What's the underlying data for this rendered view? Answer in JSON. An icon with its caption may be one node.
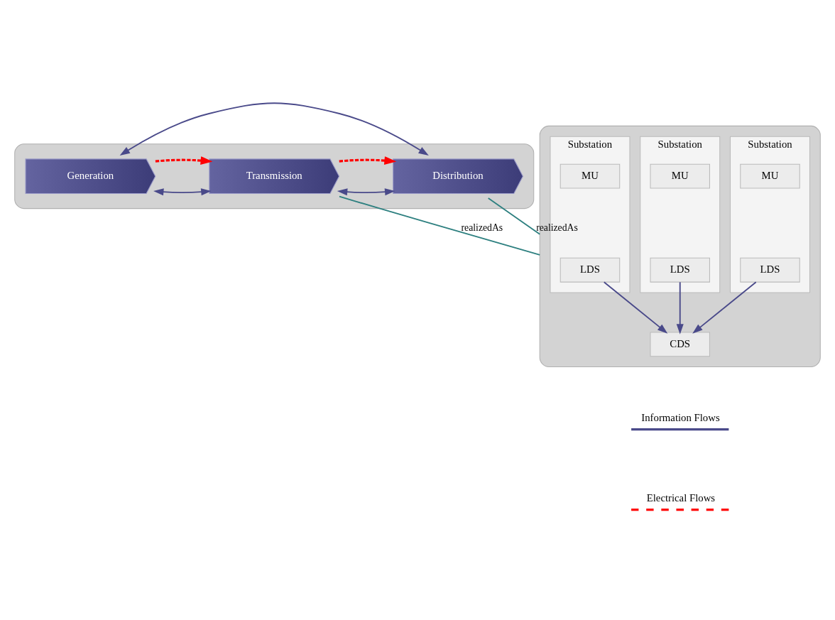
{
  "diagram": {
    "nodes": [
      {
        "text": [],
        "shape": "cloud"
      },
      {
        "text": [
          "Generation"
        ],
        "in": 0
      },
      {
        "text": [
          "Transmission"
        ],
        "in": 0
      },
      {
        "text": [
          "Distribution"
        ],
        "in": 0
      },
      {
        "text": [],
        "shape": "cloud"
      },
      {
        "text": [
          "Substation"
        ],
        "in": 4
      },
      {
        "text": [
          "LDS"
        ],
        "in": 5
      },
      {
        "text": [
          "MU"
        ],
        "in": 5
      },
      {
        "text": [
          "Substation"
        ],
        "in": 4
      },
      {
        "text": [
          "LDS"
        ],
        "in": 8
      },
      {
        "text": [
          "MU"
        ],
        "in": 8
      },
      {
        "text": [
          "Substation"
        ],
        "in": 4
      },
      {
        "text": [
          "LDS"
        ],
        "in": 11
      },
      {
        "text": [
          "MU"
        ],
        "in": 11
      },
      {
        "text": [
          "CDS"
        ],
        "in": 4
      }
    ],
    "edges": [
      {
        "from": 1,
        "to": 2,
        "arrow": "both"
      },
      {
        "from": 2,
        "to": 3,
        "arrow": "both"
      },
      {
        "from": 1,
        "to": 3,
        "arrow": "both"
      },
      {
        "from": 1,
        "to": 2,
        "arrow": "to",
        "style": "dashed",
        "color": "#ff0000"
      },
      {
        "from": 2,
        "to": 3,
        "arrow": "to",
        "style": "dashed",
        "color": "#ff0000"
      },
      {
        "from": 2,
        "to": 4,
        "arrow": "none",
        "label": "realizedAs",
        "color": "#2e8080"
      },
      {
        "from": 3,
        "to": 4,
        "arrow": "none",
        "label": "realizedAs",
        "color": "#2e8080"
      },
      {
        "from": 6,
        "to": 14,
        "arrow": "to"
      },
      {
        "from": 9,
        "to": 14,
        "arrow": "to"
      },
      {
        "from": 12,
        "to": 14,
        "arrow": "to"
      }
    ],
    "legend": [
      {
        "text": "Information Flows"
      },
      {
        "text": "Electrical Flows"
      }
    ]
  }
}
